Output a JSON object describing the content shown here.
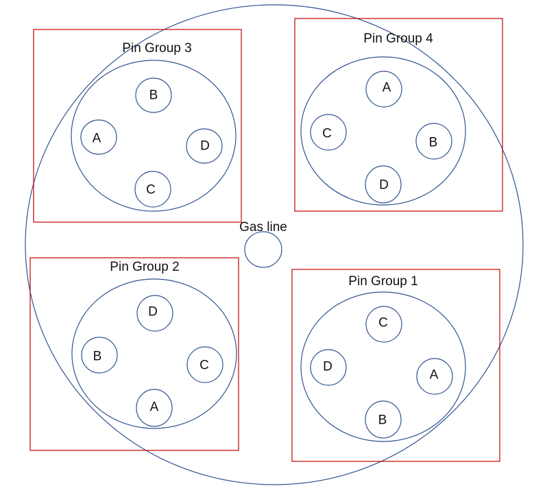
{
  "diagram": {
    "gas_line_label": "Gas line",
    "groups": [
      {
        "label": "Pin Group 3",
        "pins": [
          "B",
          "A",
          "D",
          "C"
        ]
      },
      {
        "label": "Pin Group 4",
        "pins": [
          "A",
          "C",
          "B",
          "D"
        ]
      },
      {
        "label": "Pin Group 2",
        "pins": [
          "D",
          "B",
          "C",
          "A"
        ]
      },
      {
        "label": "Pin Group 1",
        "pins": [
          "C",
          "D",
          "A",
          "B"
        ]
      }
    ]
  },
  "colors": {
    "outline": "#2f528f",
    "box": "#c00000",
    "text": "#111111"
  }
}
